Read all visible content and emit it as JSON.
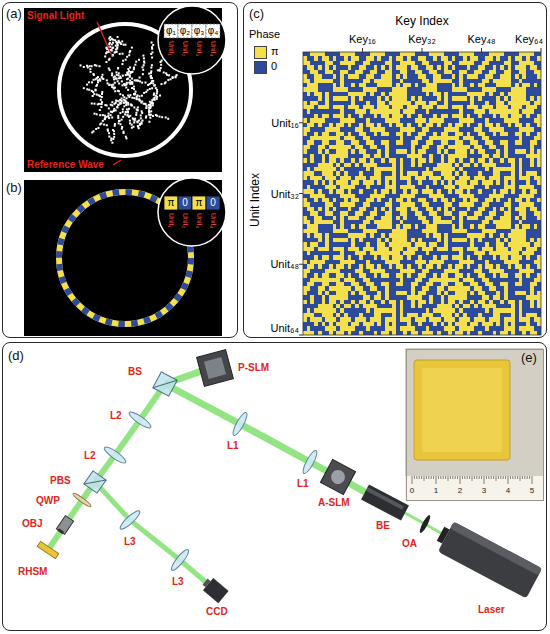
{
  "diagram": {
    "nodes": [
      {
        "text": [
          "(a)",
          "(b)"
        ]
      },
      {
        "text": [
          "(c)"
        ]
      },
      {
        "text": [
          "(d)"
        ]
      },
      {
        "text": [
          "(e)"
        ],
        "in": 2
      }
    ],
    "labels": [
      "Signal Light",
      "Reference Wave",
      "φ₁",
      "φ₂",
      "φ₃",
      "φ₄",
      "Unit₁",
      "Unit₂",
      "Unit₃",
      "Unit₄",
      "π",
      "0",
      "π",
      "0",
      "Unit₁",
      "Unit₂",
      "Unit₃",
      "Unit₄",
      "Key Index",
      "Key₁₆",
      "Key₃₂",
      "Key₄₈",
      "Key₆₄",
      "Phase",
      "Unit Index",
      "Unit₁₆",
      "Unit₃₂",
      "Unit₄₈",
      "Unit₆₄",
      "BS",
      "L2",
      "P-SLM",
      "L1",
      "L1",
      "A-SLM",
      "BE",
      "OA",
      "Laser",
      "L2",
      "PBS",
      "QWP",
      "OBJ",
      "RHSM",
      "L3",
      "L3",
      "CCD",
      "0",
      "1",
      "2",
      "3",
      "4",
      "5"
    ],
    "legend": [
      {
        "text": "π",
        "color": "#f4e04d"
      },
      {
        "text": "0",
        "color": "#2e4a9b"
      }
    ]
  }
}
